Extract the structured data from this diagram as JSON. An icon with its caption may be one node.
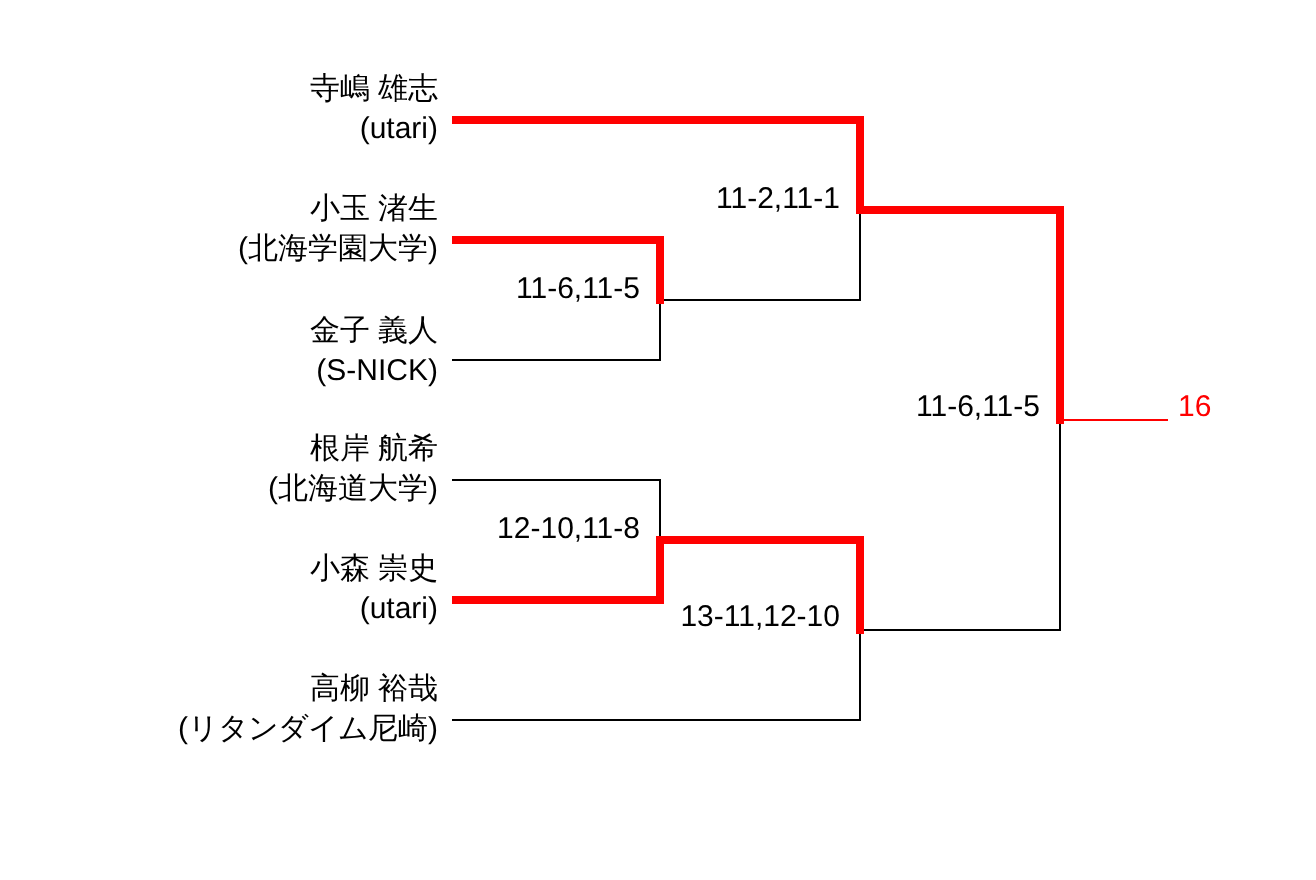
{
  "diagram": {
    "nodes": [
      {
        "text": [
          "寺嶋 雄志",
          "(utari)"
        ]
      },
      {
        "text": [
          "小玉 渚生",
          "(北海学園大学)"
        ]
      },
      {
        "text": [
          "金子 義人",
          "(S-NICK)"
        ]
      },
      {
        "text": [
          "根岸 航希",
          "(北海道大学)"
        ]
      },
      {
        "text": [
          "小森 崇史",
          "(utari)"
        ]
      },
      {
        "text": [
          "高柳 裕哉",
          "(リタンダイム尼崎)"
        ]
      },
      {
        "text": [],
        "shape": "bar",
        "beside": [
          "11-6,11-5"
        ]
      },
      {
        "text": [],
        "shape": "bar",
        "beside": [
          "12-10,11-8"
        ]
      },
      {
        "text": [],
        "shape": "bar",
        "beside": [
          "11-2,11-1"
        ]
      },
      {
        "text": [],
        "shape": "bar",
        "beside": [
          "13-11,12-10"
        ]
      },
      {
        "text": [],
        "shape": "bar",
        "beside": [
          "11-6,11-5"
        ]
      },
      {
        "text": [
          "16"
        ]
      }
    ],
    "edges": [
      {
        "from": 0,
        "to": 8,
        "arrow": "none",
        "style": "thick",
        "color": "#ff0000"
      },
      {
        "from": 1,
        "to": 6,
        "arrow": "none",
        "style": "thick",
        "color": "#ff0000"
      },
      {
        "from": 2,
        "to": 6,
        "arrow": "none",
        "color": "#000000"
      },
      {
        "from": 3,
        "to": 7,
        "arrow": "none",
        "color": "#000000"
      },
      {
        "from": 4,
        "to": 7,
        "arrow": "none",
        "style": "thick",
        "color": "#ff0000"
      },
      {
        "from": 5,
        "to": 9,
        "arrow": "none",
        "color": "#000000"
      },
      {
        "from": 6,
        "to": 8,
        "arrow": "none",
        "color": "#000000"
      },
      {
        "from": 7,
        "to": 9,
        "arrow": "none",
        "style": "thick",
        "color": "#ff0000"
      },
      {
        "from": 8,
        "to": 10,
        "arrow": "none",
        "style": "thick",
        "color": "#ff0000"
      },
      {
        "from": 9,
        "to": 10,
        "arrow": "none",
        "color": "#000000"
      },
      {
        "from": 10,
        "to": 11,
        "arrow": "none",
        "color": "#ff0000"
      }
    ]
  }
}
